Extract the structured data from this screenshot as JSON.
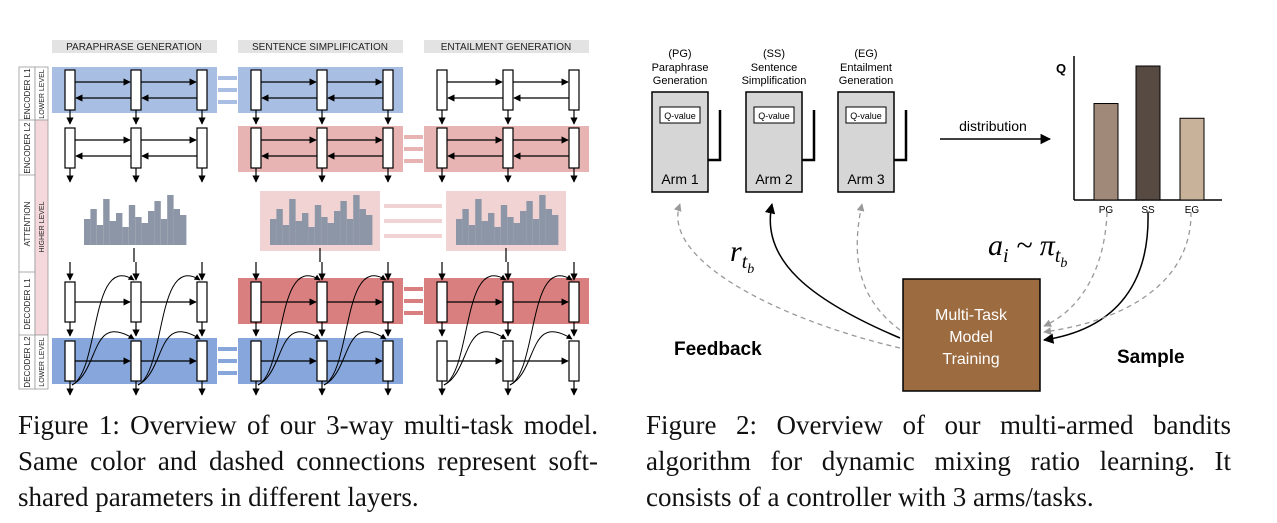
{
  "figure1": {
    "task_headers": [
      "PARAPHRASE GENERATION",
      "SENTENCE SIMPLIFICATION",
      "ENTAILMENT GENERATION"
    ],
    "row_labels": {
      "encoder_l1": "ENCODER L1",
      "encoder_l2": "ENCODER L2",
      "attention": "ATTENTION",
      "decoder_l1": "DECODER L1",
      "decoder_l2": "DECODER L2",
      "lower_level_top": "LOWER LEVEL",
      "higher_level": "HIGHER LEVEL",
      "lower_level_bottom": "LOWER LEVEL"
    },
    "colors": {
      "blue": "#a8bfe3",
      "blue_dark": "#86a6dc",
      "red_light": "#e7b3b3",
      "red_attention": "#f2d3d3",
      "red_dark": "#da7f7f",
      "header_bg": "#e3e3e3",
      "attention_bars": "#8c96a6",
      "level_pink": "#f5d8dc"
    },
    "caption": "Figure 1:  Overview of our 3-way multi-task model.  Same color and dashed connections represent soft-shared parameters in different layers."
  },
  "figure2": {
    "arms": [
      {
        "abbr": "(PG)",
        "name_line1": "Paraphrase",
        "name_line2": "Generation",
        "qvalue": "Q-value",
        "label": "Arm 1"
      },
      {
        "abbr": "(SS)",
        "name_line1": "Sentence",
        "name_line2": "Simplification",
        "qvalue": "Q-value",
        "label": "Arm 2"
      },
      {
        "abbr": "(EG)",
        "name_line1": "Entailment",
        "name_line2": "Generation",
        "qvalue": "Q-value",
        "label": "Arm 3"
      }
    ],
    "distribution_label": "distribution",
    "chart_data": {
      "type": "bar",
      "ylabel": "Q",
      "categories": [
        "PG",
        "SS",
        "EG"
      ],
      "values": [
        0.72,
        1.0,
        0.61
      ],
      "colors": [
        "#a08978",
        "#574a43",
        "#c8b29a"
      ]
    },
    "reward_label": "r",
    "reward_sub": "t",
    "reward_subsub": "b",
    "sample_label_a": "a",
    "sample_label_i": "i",
    "sample_label_rest": " ~ π",
    "controller_lines": [
      "Multi-Task",
      "Model",
      "Training"
    ],
    "controller_color": "#9c6b40",
    "feedback_label": "Feedback",
    "sample_label": "Sample",
    "caption": "Figure 2: Overview of our multi-armed bandits algorithm for dynamic mixing ratio learning. It consists of a controller with 3 arms/tasks."
  }
}
